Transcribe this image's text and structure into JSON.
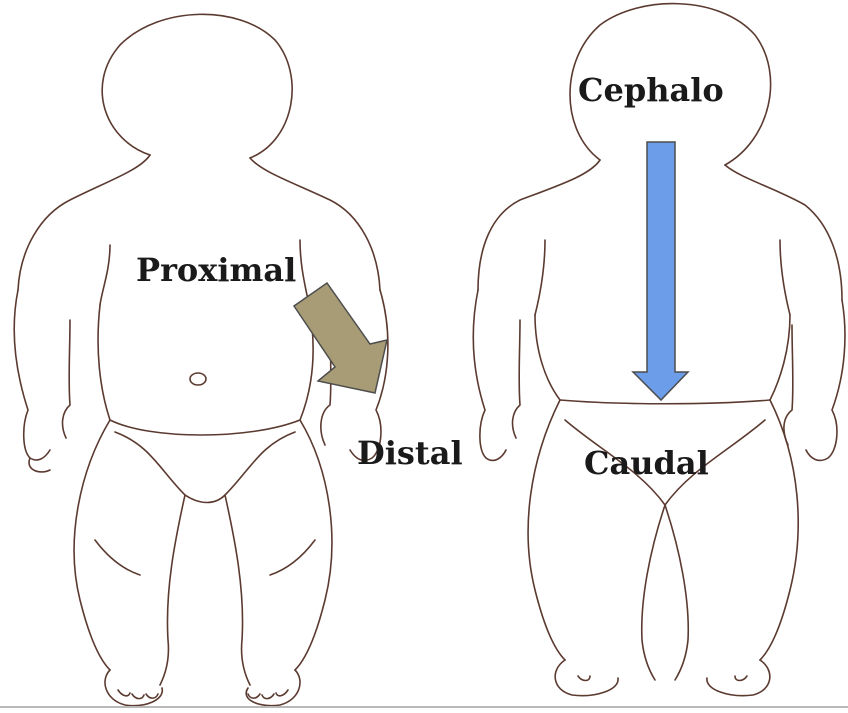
{
  "labels": {
    "proximal": "Proximal",
    "distal": "Distal",
    "cephalo": "Cephalo",
    "caudal": "Caudal"
  },
  "colors": {
    "outline": "#5b3a30",
    "proximal_distal_arrow": "#a89c76",
    "cephalo_caudal_arrow": "#6c9de8",
    "arrow_stroke": "#4d4d4d"
  },
  "icons": {
    "front_figure": "baby-front-outline",
    "back_figure": "baby-back-outline",
    "proximal_distal_arrow": "arrow-down-right",
    "cephalo_caudal_arrow": "arrow-down"
  }
}
